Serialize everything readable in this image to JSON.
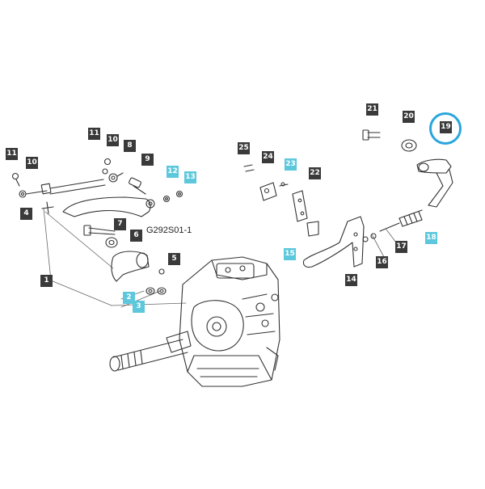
{
  "diagram": {
    "drawing_code": "G292S01-1",
    "highlighted_callout": "19",
    "colors": {
      "callout_dark": "#3a3a3a",
      "callout_cyan": "#5dc8dc",
      "highlight_ring": "#2aa6dc",
      "line_art": "#333333"
    },
    "callouts": [
      {
        "number": "1",
        "style": "dark"
      },
      {
        "number": "2",
        "style": "cyan"
      },
      {
        "number": "3",
        "style": "cyan"
      },
      {
        "number": "4",
        "style": "dark"
      },
      {
        "number": "5",
        "style": "dark"
      },
      {
        "number": "6",
        "style": "dark"
      },
      {
        "number": "7",
        "style": "dark"
      },
      {
        "number": "8",
        "style": "dark"
      },
      {
        "number": "9",
        "style": "dark"
      },
      {
        "number": "10",
        "style": "dark"
      },
      {
        "number": "10",
        "style": "dark"
      },
      {
        "number": "11",
        "style": "dark"
      },
      {
        "number": "11",
        "style": "dark"
      },
      {
        "number": "12",
        "style": "cyan"
      },
      {
        "number": "13",
        "style": "cyan"
      },
      {
        "number": "14",
        "style": "dark"
      },
      {
        "number": "15",
        "style": "cyan"
      },
      {
        "number": "16",
        "style": "dark"
      },
      {
        "number": "17",
        "style": "dark"
      },
      {
        "number": "18",
        "style": "cyan"
      },
      {
        "number": "19",
        "style": "dark"
      },
      {
        "number": "20",
        "style": "dark"
      },
      {
        "number": "21",
        "style": "dark"
      },
      {
        "number": "22",
        "style": "dark"
      },
      {
        "number": "23",
        "style": "cyan"
      },
      {
        "number": "24",
        "style": "dark"
      },
      {
        "number": "25",
        "style": "dark"
      }
    ]
  }
}
